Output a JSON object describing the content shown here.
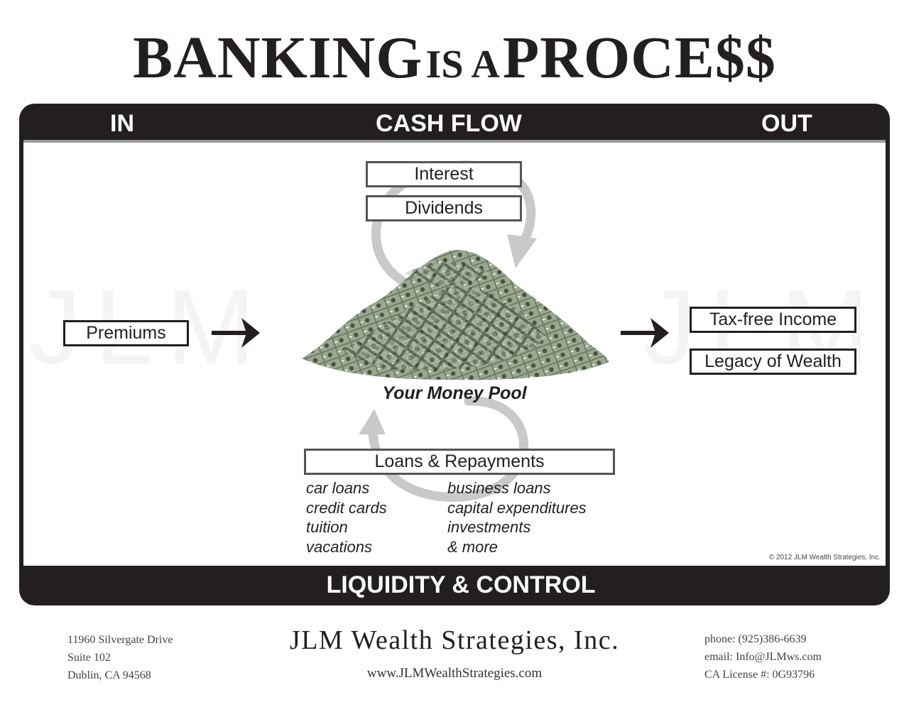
{
  "title": {
    "part1": "BANKING",
    "part2": "IS A",
    "part3": "PROCE$$"
  },
  "header": {
    "in": "IN",
    "cash_flow": "CASH FLOW",
    "out": "OUT"
  },
  "watermark": {
    "left": "JLM",
    "right": "JLM"
  },
  "inputs": {
    "premiums": "Premiums"
  },
  "returns": {
    "interest": "Interest",
    "dividends": "Dividends"
  },
  "pool": {
    "label": "Your Money Pool"
  },
  "outputs": {
    "tax_free_income": "Tax-free Income",
    "legacy": "Legacy of Wealth"
  },
  "loans": {
    "title": "Loans & Repayments",
    "left_items": [
      "car loans",
      "credit cards",
      "tuition",
      "vacations"
    ],
    "right_items": [
      "business loans",
      "capital expenditures",
      "investments",
      "& more"
    ]
  },
  "copyright": "© 2012 JLM Wealth Strategies, Inc.",
  "footer_band": "LIQUIDITY & CONTROL",
  "footer": {
    "address": [
      "11960 Silvergate Drive",
      "Suite 102",
      "Dublin, CA 94568"
    ],
    "company": "JLM Wealth Strategies, Inc.",
    "website": "www.JLMWealthStrategies.com",
    "contact": [
      "phone: (925)386-6639",
      "email: Info@JLMws.com",
      "CA License #: 0G93796"
    ]
  },
  "icons": {
    "arrow": "arrow-right-icon",
    "cycle": "circular-arrow-icon",
    "money": "money-pile-illustration"
  },
  "colors": {
    "dark": "#231f20",
    "gray_arrow": "#c8c8c8",
    "money_green": "#5e6e55"
  }
}
